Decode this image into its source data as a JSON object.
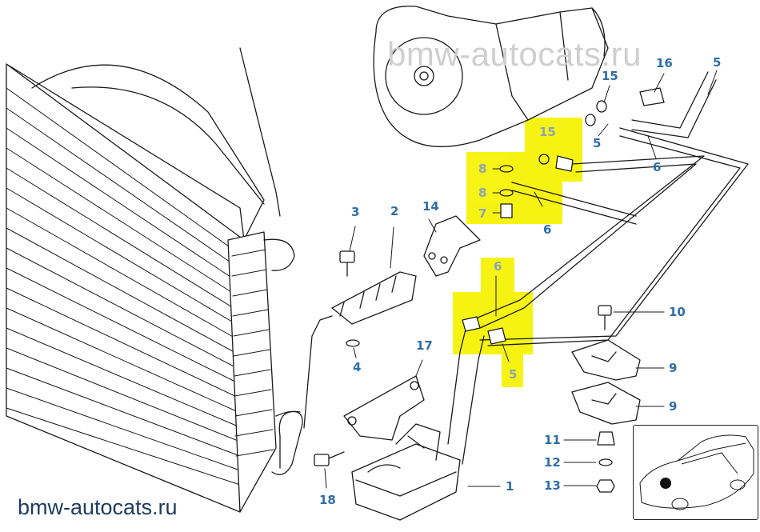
{
  "watermarks": {
    "top": "bmw-autocats.ru",
    "bottom": "bmw-autocats.ru"
  },
  "colors": {
    "line": "#1a1a1a",
    "callout": "#2f6ea8",
    "callout_faded": "#8aa3b6",
    "highlight": "#f5f000"
  },
  "callouts": {
    "c1": "1",
    "c2": "2",
    "c3": "3",
    "c4": "4",
    "c5_top": "5",
    "c5_mid": "5",
    "c5_low": "5",
    "c6_top": "6",
    "c6_mid": "6",
    "c6_low": "6",
    "c7": "7",
    "c8a": "8",
    "c8b": "8",
    "c9a": "9",
    "c9b": "9",
    "c10": "10",
    "c11": "11",
    "c12": "12",
    "c13": "13",
    "c14": "14",
    "c15a": "15",
    "c15b": "15",
    "c16": "16",
    "c17": "17",
    "c18": "18"
  }
}
